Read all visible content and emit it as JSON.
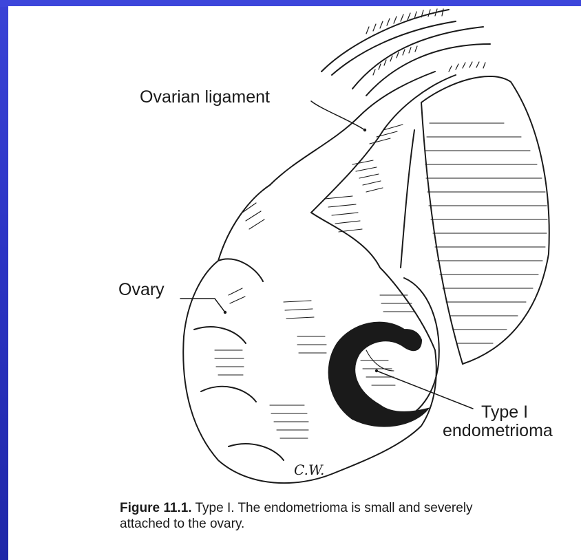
{
  "labels": {
    "ovarian_ligament": "Ovarian ligament",
    "ovary": "Ovary",
    "endometrioma_line1": "Type I",
    "endometrioma_line2": "endometrioma",
    "signature": "C.W."
  },
  "caption": {
    "figure_number": "Figure 11.1.",
    "text_line1": "Type I. The endometrioma is small and severely",
    "text_line2": "attached to the ovary."
  },
  "colors": {
    "background": "#2b33c4",
    "page": "#ffffff",
    "ink": "#1a1a1a"
  }
}
